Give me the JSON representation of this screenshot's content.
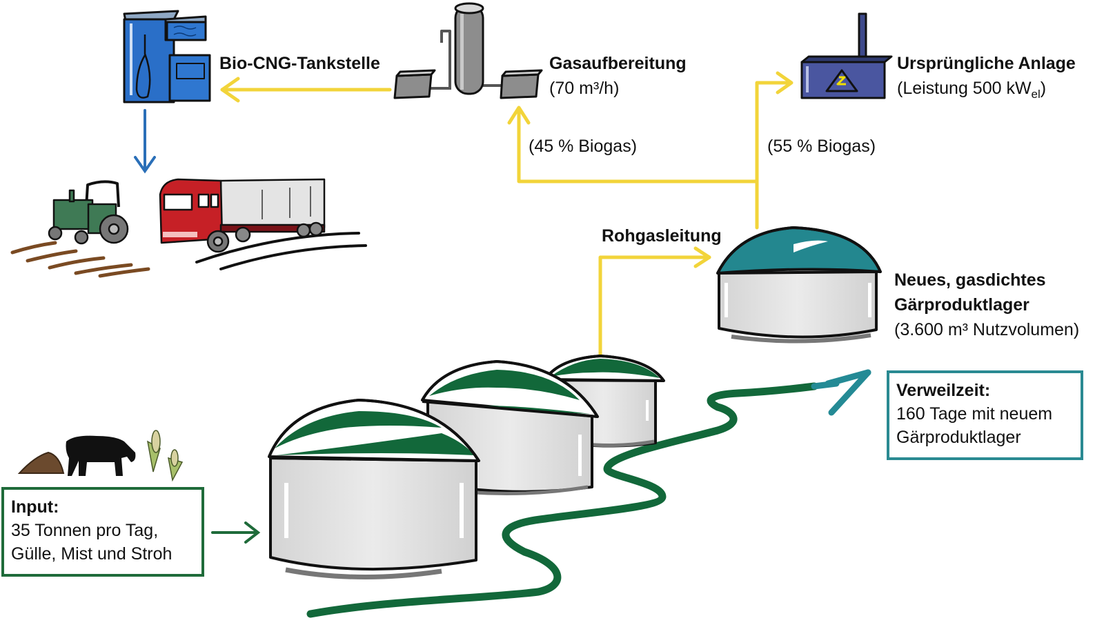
{
  "diagram": {
    "title": "Biogasanlage Prozessschema",
    "colors": {
      "gas_flow": "#f2d43a",
      "digestate_flow": "#12683a",
      "residence_arrow": "#248a95",
      "fuel_arrow": "#2a6fb8",
      "digester_dome": "#12683a",
      "storage_dome": "#23878f",
      "digester_body": "#e2e2e2",
      "fuel_station": "#2a6fc8",
      "chp_unit": "#3e4a8c",
      "input_box_border": "#1f6b3a",
      "residence_box_border": "#2a8a92"
    },
    "nodes": {
      "fuel_station": {
        "label": "Bio-CNG-Tankstelle"
      },
      "gas_upgrading": {
        "label": "Gasaufbereitung",
        "capacity": "(70 m³/h)"
      },
      "original_plant": {
        "label": "Ursprüngliche Anlage",
        "detail_prefix": "(Leistung 500 kW",
        "detail_subscript": "el",
        "detail_suffix": ")"
      },
      "new_storage": {
        "label_line1": "Neues, gasdichtes",
        "label_line2": "Gärproduktlager",
        "detail": "(3.600 m³ Nutzvolumen)"
      },
      "raw_gas_pipe": {
        "label": "Rohgasleitung"
      }
    },
    "flows": [
      {
        "from": "raw_gas_pipe",
        "to": "gas_upgrading",
        "label": "(45 % Biogas)",
        "share_percent": 45
      },
      {
        "from": "raw_gas_pipe",
        "to": "original_plant",
        "label": "(55 % Biogas)",
        "share_percent": 55
      }
    ],
    "input_box": {
      "heading": "Input:",
      "line1": "35 Tonnen pro Tag,",
      "line2": "Gülle, Mist und Stroh"
    },
    "residence_box": {
      "heading": "Verweilzeit:",
      "line1": "160 Tage mit neuem",
      "line2": "Gärproduktlager"
    },
    "illustrations": [
      "fuel-station",
      "gas-upgrading-unit",
      "chp-unit",
      "tractor",
      "truck",
      "manure-pile",
      "cow",
      "corn",
      "digester-1",
      "digester-2",
      "digester-3",
      "digestate-storage"
    ]
  }
}
